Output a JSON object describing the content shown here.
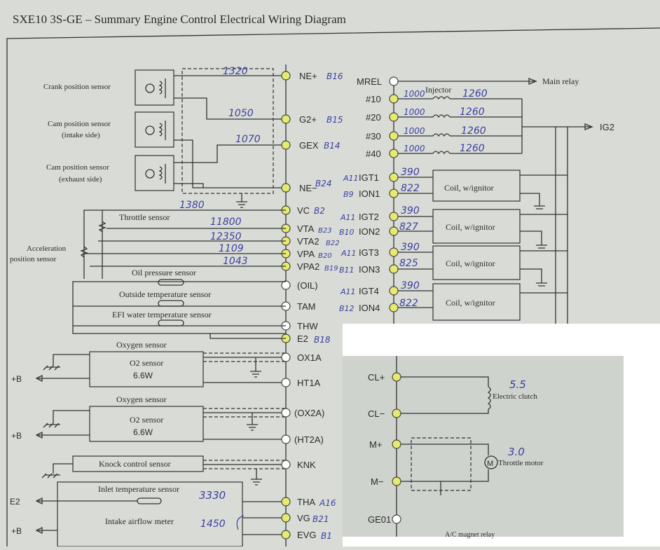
{
  "title": "SXE10 3S-GE – Summary Engine Control Electrical Wiring Diagram",
  "colors": {
    "background": "#d9dcd6",
    "pin_highlight": "#e6ea6e",
    "handwriting": "#3a3fa0",
    "inset_background": "#cfd3cd"
  },
  "left_components": {
    "crank": "Crank position sensor",
    "cam_intake_1": "Cam position sensor",
    "cam_intake_2": "(intake side)",
    "cam_exhaust_1": "Cam position sensor",
    "cam_exhaust_2": "(exhaust side)",
    "throttle": "Throttle sensor",
    "accel_1": "Acceleration",
    "accel_2": "position sensor",
    "oil": "Oil pressure sensor",
    "outside_temp": "Outside temperature sensor",
    "efi_water": "EFI water temperature sensor",
    "oxygen_1": "Oxygen sensor",
    "o2_box_1": "O2 sensor",
    "o2_watt_1": "6.6W",
    "oxygen_2": "Oxygen sensor",
    "o2_box_2": "O2 sensor",
    "o2_watt_2": "6.6W",
    "knock": "Knock control sensor",
    "inlet_temp": "Inlet temperature sensor",
    "airflow": "Intake airflow meter",
    "plus_b_1": "+B",
    "plus_b_2": "+B",
    "plus_b_3": "+B",
    "e2_out": "E2"
  },
  "left_pins": {
    "ne_plus": "NE+",
    "g2_plus": "G2+",
    "gex": "GEX",
    "ne_minus": "NE−",
    "vc": "VC",
    "vta": "VTA",
    "vta2": "VTA2",
    "vpa": "VPA",
    "vpa2": "VPA2",
    "oil": "(OIL)",
    "tam": "TAM",
    "thw": "THW",
    "e2": "E2",
    "ox1a": "OX1A",
    "ht1a": "HT1A",
    "ox2a": "(OX2A)",
    "ht2a": "(HT2A)",
    "knk": "KNK",
    "tha": "THA",
    "vg": "VG",
    "evg": "EVG"
  },
  "right_pins": {
    "mrel": "MREL",
    "n10": "#10",
    "n20": "#20",
    "n30": "#30",
    "n40": "#40",
    "igt1": "IGT1",
    "ion1": "ION1",
    "igt2": "IGT2",
    "ion2": "ION2",
    "igt3": "IGT3",
    "ion3": "ION3",
    "igt4": "IGT4",
    "ion4": "ION4"
  },
  "right_components": {
    "main_relay": "Main relay",
    "injector": "Injector",
    "ig2": "IG2",
    "coil_1": "Coil, w/ignitor",
    "coil_2": "Coil, w/ignitor",
    "coil_3": "Coil, w/ignitor",
    "coil_4": "Coil, w/ignitor"
  },
  "handwritten": {
    "ne_plus_code": "B16",
    "g2_code": "B15",
    "gex_code": "B14",
    "ne_minus_code": "B24",
    "vc_code": "B2",
    "vta_code": "B23",
    "vta2_code": "B22",
    "vpa_code": "B20",
    "vpa2_code": "B19",
    "e2_code": "B18",
    "tha_code": "A16",
    "vg_code": "B21",
    "evg_code": "B1",
    "crank_res": "1320",
    "g2_res": "1050",
    "gex_res": "1070",
    "ne_res": "1380",
    "vta_res": "11800",
    "vta2_res": "12350",
    "vpa_res": "1109",
    "vpa2_res": "1043",
    "tha_res": "3330",
    "vg_val": "1450",
    "inj_a_1": "1000",
    "inj_b_1": "1260",
    "inj_a_2": "1000",
    "inj_b_2": "1260",
    "inj_a_3": "1000",
    "inj_b_3": "1260",
    "inj_a_4": "1000",
    "inj_b_4": "1260",
    "igt1_code": "A11",
    "ion1_code": "B9",
    "igt2_code": "A11",
    "ion2_code": "B10",
    "igt3_code": "A11",
    "ion3_code": "B11",
    "igt4_code": "A11",
    "ion4_code": "B12",
    "igt1_res": "390",
    "ion1_res": "822",
    "igt2_res": "390",
    "ion2_res": "827",
    "igt3_res": "390",
    "ion3_res": "825",
    "igt4_res": "390",
    "ion4_res": "822"
  },
  "inset": {
    "cl_plus": "CL+",
    "cl_minus": "CL−",
    "m_plus": "M+",
    "m_minus": "M−",
    "ge01": "GE01",
    "clutch": "Electric clutch",
    "clutch_res": "5.5",
    "motor": "Throttle motor",
    "motor_res": "3.0",
    "motor_symbol": "M",
    "ac_relay": "A/C magnet relay"
  }
}
